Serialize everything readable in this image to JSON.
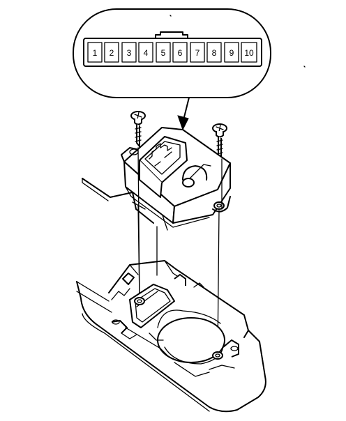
{
  "connector": {
    "pins": [
      "1",
      "2",
      "3",
      "4",
      "5",
      "6",
      "7",
      "8",
      "9",
      "10"
    ]
  }
}
